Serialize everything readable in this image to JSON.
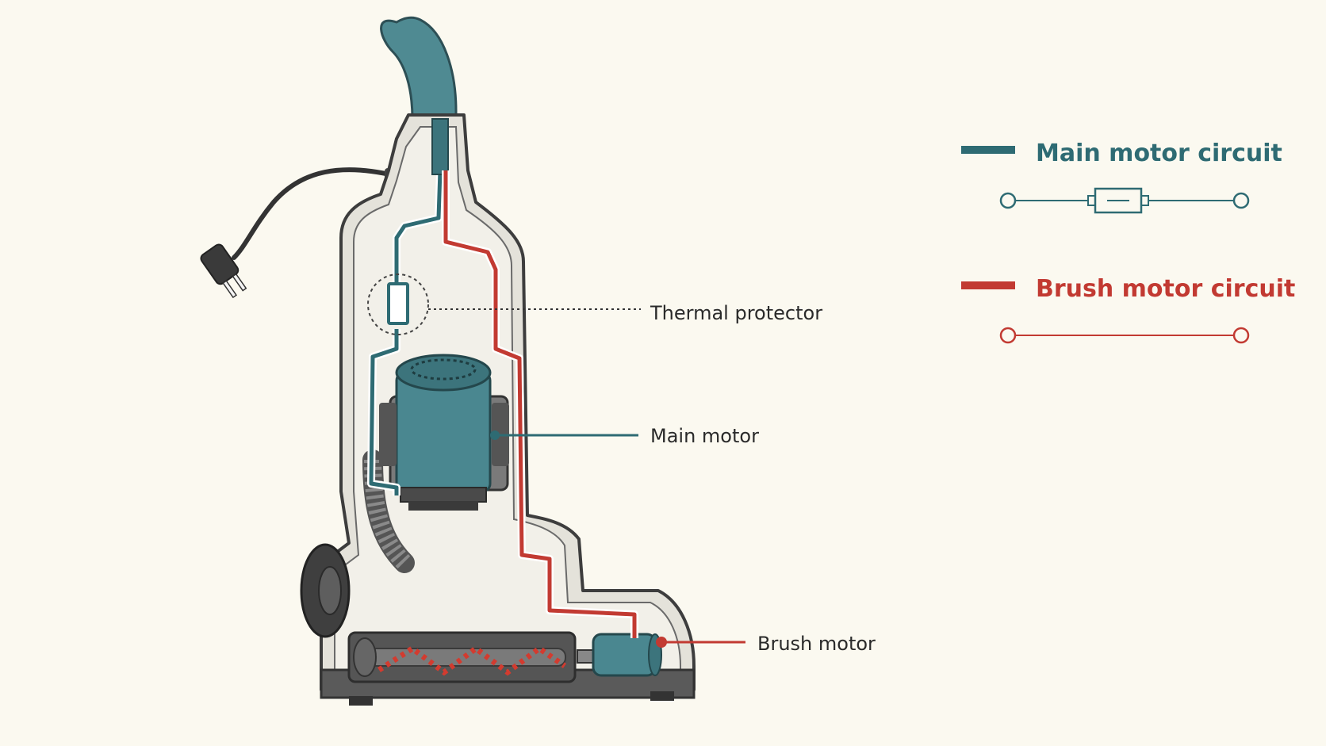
{
  "colors": {
    "main_circuit": "#2e6b73",
    "brush_circuit": "#c23a32",
    "body_outline": "#4a4a4a",
    "body_fill": "#f1efe8",
    "motor": "#4a8790",
    "background": "#fbf9f0"
  },
  "labels": {
    "thermal_protector": "Thermal protector",
    "main_motor": "Main motor",
    "brush_motor": "Brush motor"
  },
  "legend": {
    "main": {
      "title": "Main motor circuit",
      "symbol": "fuse-symbol"
    },
    "brush": {
      "title": "Brush motor circuit",
      "symbol": "wire-symbol"
    }
  },
  "icons": [
    "plug-icon",
    "power-cord-icon",
    "wheel-icon",
    "brush-roll-icon",
    "fan-motor-icon"
  ]
}
